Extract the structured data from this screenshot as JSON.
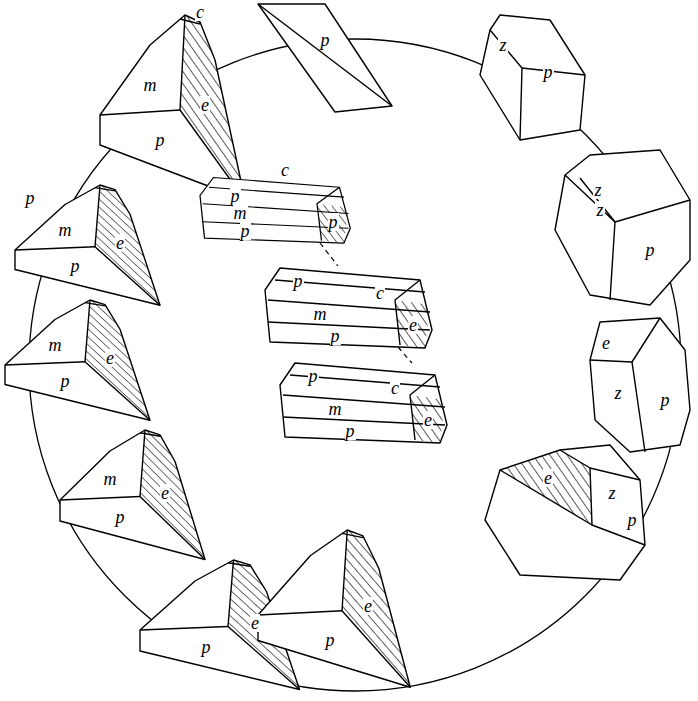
{
  "diagram": {
    "labels": [
      "p",
      "z",
      "p",
      "z",
      "z",
      "p",
      "e",
      "z",
      "p",
      "e",
      "z",
      "p",
      "e",
      "p",
      "e",
      "p",
      "m",
      "e",
      "p",
      "m",
      "e",
      "p",
      "p",
      "m",
      "e",
      "p",
      "c",
      "m",
      "e",
      "p",
      "c",
      "p",
      "m",
      "p",
      "p",
      "p",
      "c",
      "m",
      "e",
      "p",
      "p",
      "c",
      "m",
      "e",
      "p"
    ]
  }
}
